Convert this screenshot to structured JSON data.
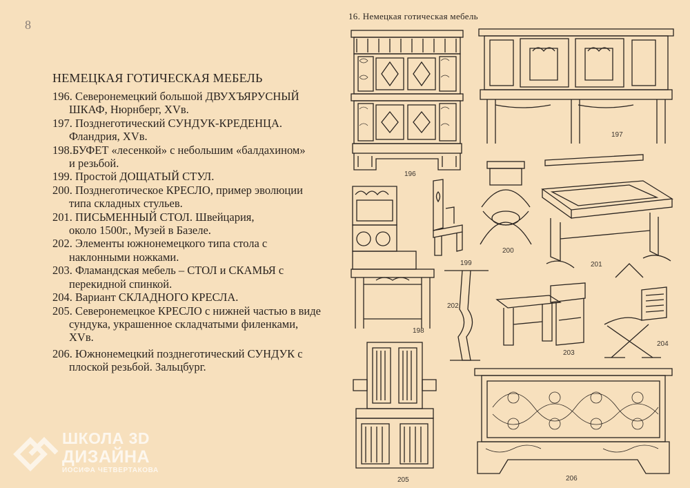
{
  "page": {
    "number": "8",
    "title": "НЕМЕЦКАЯ ГОТИЧЕСКАЯ МЕБЕЛЬ",
    "items": [
      {
        "line1": "196. Северонемецкий большой ДВУХЪЯРУСНЫЙ",
        "line2": "ШКАФ, Нюрнберг, XVв."
      },
      {
        "line1": "197. Позднеготический СУНДУК-КРЕДЕНЦА.",
        "line2": "Фландрия, XVв."
      },
      {
        "line1": "198.БУФЕТ «лесенкой» с небольшим «балдахином»",
        "line2": "и резьбой."
      },
      {
        "line1": "199. Простой ДОЩАТЫЙ СТУЛ.",
        "line2": ""
      },
      {
        "line1": "200. Позднеготическое КРЕСЛО, пример эволюции",
        "line2": "типа складных стульев."
      },
      {
        "line1": "201. ПИСЬМЕННЫЙ СТОЛ. Швейцария,",
        "line2": "около 1500г., Музей в Базеле."
      },
      {
        "line1": "202. Элементы южнонемецкого типа стола с",
        "line2": "наклонными ножками."
      },
      {
        "line1": "203. Фламандская мебель – СТОЛ и СКАМЬЯ с",
        "line2": "перекидной спинкой."
      },
      {
        "line1": "204. Вариант СКЛАДНОГО КРЕСЛА.",
        "line2": ""
      },
      {
        "line1": "205. Северонемецкое КРЕСЛО с нижней частью в виде",
        "line2": "сундука, украшенное складчатыми филенками,"
      },
      {
        "line1": "",
        "line2": "XVв."
      },
      {
        "line1": "206. Южнонемецкий позднеготический СУНДУК с",
        "line2": "плоской резьбой. Зальцбург."
      }
    ]
  },
  "plate": {
    "title": "16. Немецкая готическая мебель",
    "labels": {
      "f196": "196",
      "f197": "197",
      "f198": "198",
      "f199": "199",
      "f200": "200",
      "f201": "201",
      "f202": "202",
      "f203": "203",
      "f204": "204",
      "f205": "205",
      "f206": "206"
    }
  },
  "watermark": {
    "line1": "ШКОЛА 3D",
    "line2": "ДИЗАЙНА",
    "line3": "ИОСИФА ЧЕТВЕРТАКОВА"
  }
}
